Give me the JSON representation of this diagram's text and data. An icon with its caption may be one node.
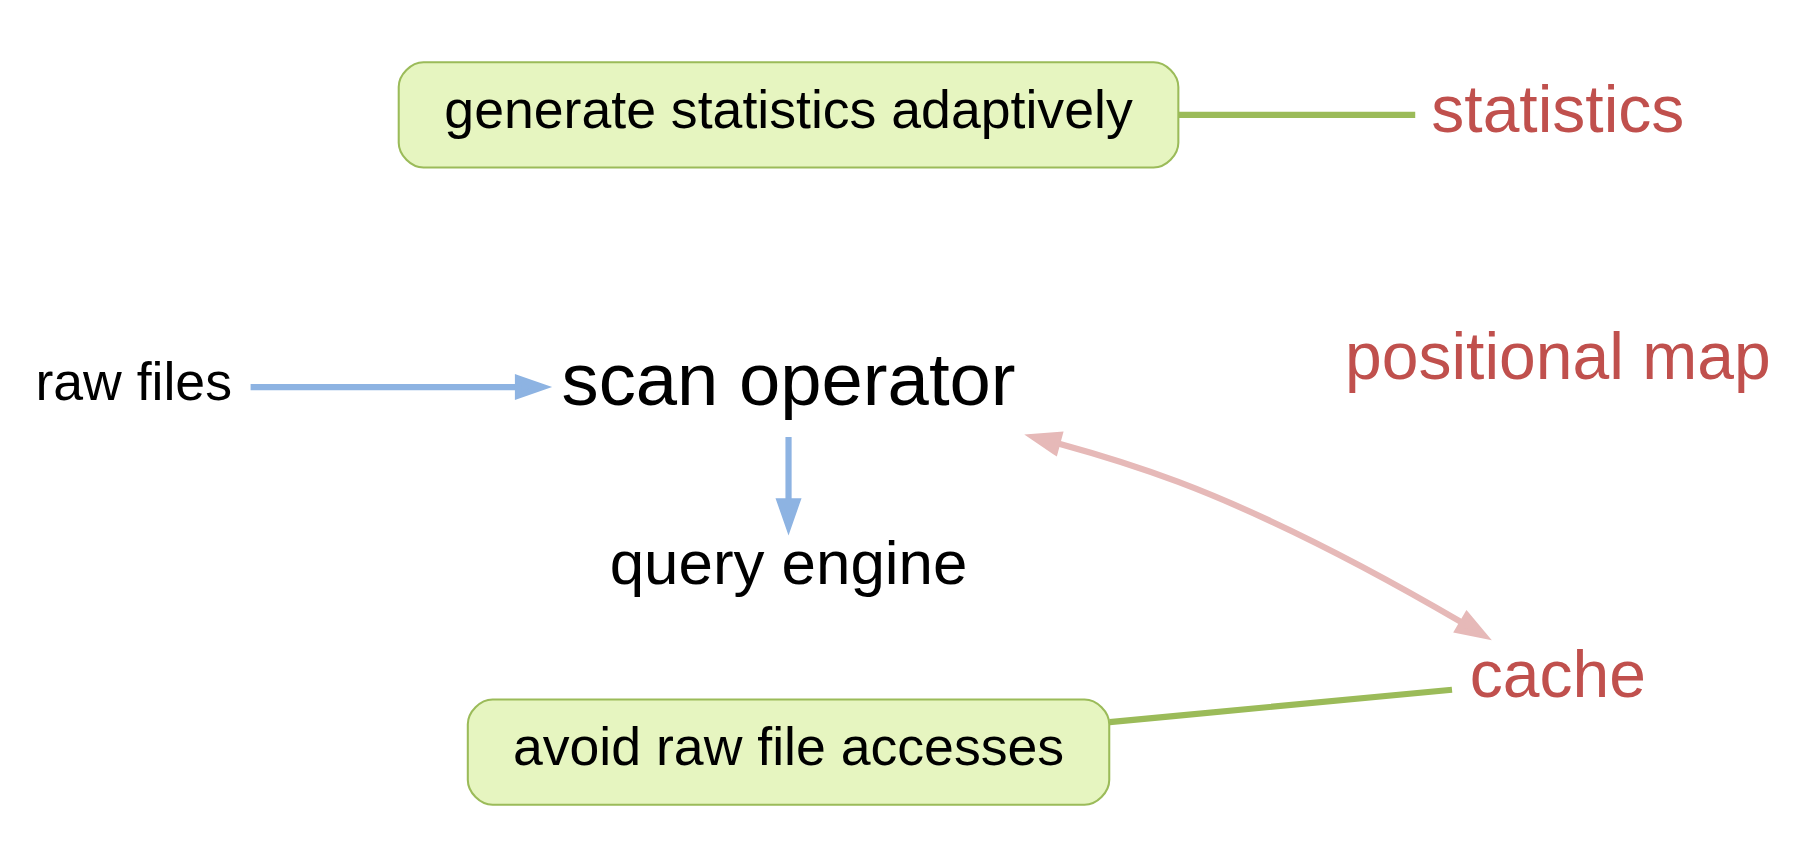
{
  "diagram": {
    "nodes": [
      {
        "text": [
          "raw files"
        ]
      },
      {
        "text": [
          "scan operator"
        ]
      },
      {
        "text": [
          "positional map"
        ]
      },
      {
        "text": [
          "cache"
        ]
      },
      {
        "text": [
          "statistics"
        ]
      },
      {
        "text": [
          "query engine"
        ]
      },
      {
        "text": [
          "avoid raw file accesses"
        ]
      },
      {
        "text": [
          "generate statistics adaptively"
        ]
      }
    ],
    "edges": [
      {
        "from": 0,
        "to": 1,
        "arrow": "to"
      },
      {
        "from": 1,
        "to": 3,
        "arrow": "both",
        "color": "#e6b9b8"
      },
      {
        "from": 1,
        "to": 5,
        "arrow": "to"
      },
      {
        "from": 6,
        "to": 3,
        "arrow": "none",
        "color": "#9bbb59"
      },
      {
        "from": 7,
        "to": 4,
        "arrow": "none",
        "color": "#9bbb59"
      }
    ]
  }
}
